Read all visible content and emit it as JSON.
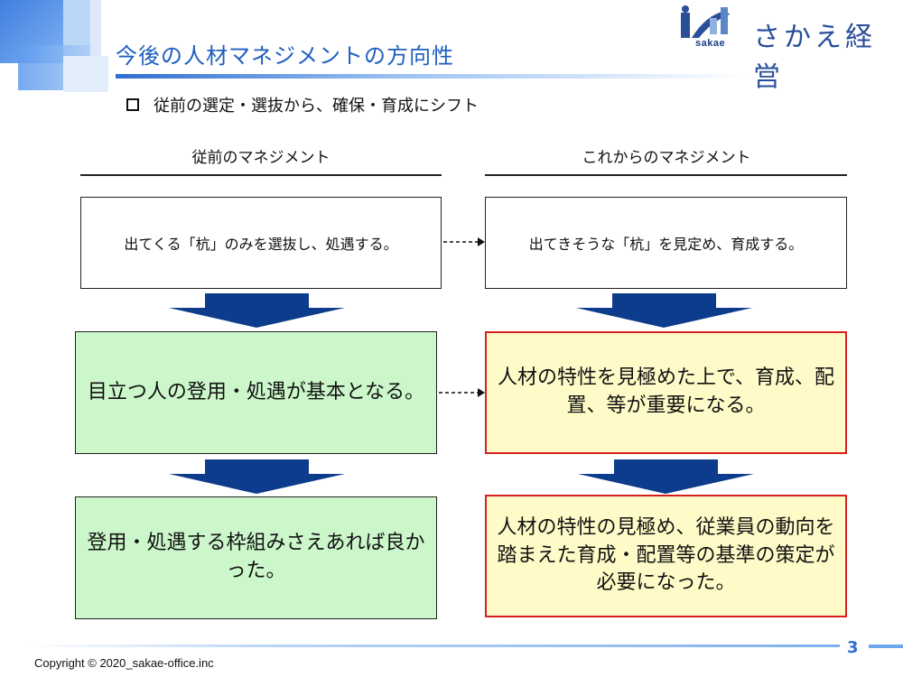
{
  "slide": {
    "title": "今後の人材マネジメントの方向性",
    "bullet": "従前の選定・選抜から、確保・育成にシフト",
    "page_number": "3",
    "copyright": "Copyright © 2020_sakae-office.inc"
  },
  "logo": {
    "wordmark": "さかえ経営",
    "sub": "sakae"
  },
  "left_column": {
    "heading": "従前のマネジメント",
    "box1": "出てくる「杭」のみを選抜し、処遇する。",
    "box2": "目立つ人の登用・処遇が基本となる。",
    "box3": "登用・処遇する枠組みさえあれば良かった。"
  },
  "right_column": {
    "heading": "これからのマネジメント",
    "box1": "出てきそうな「杭」を見定め、育成する。",
    "box2": "人材の特性を見極めた上で、育成、配置、等が重要になる。",
    "box3": "人材の特性の見極め、従業員の動向を踏まえた育成・配置等の基準の策定が必要になった。"
  },
  "colors": {
    "title_blue": "#1f5fbf",
    "arrow_blue": "#0d3c8c",
    "green_fill": "#ccf7cb",
    "yellow_fill": "#fffbc8",
    "red_border": "#d71f1f"
  }
}
